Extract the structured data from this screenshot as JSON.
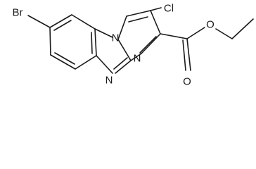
{
  "molecule": {
    "atoms": {
      "br": "Br",
      "cl": "Cl",
      "n_bridge": "N",
      "n_imidazole": "N",
      "n_pyrimidine": "N",
      "o_carbonyl": "O",
      "o_ester": "O"
    }
  }
}
